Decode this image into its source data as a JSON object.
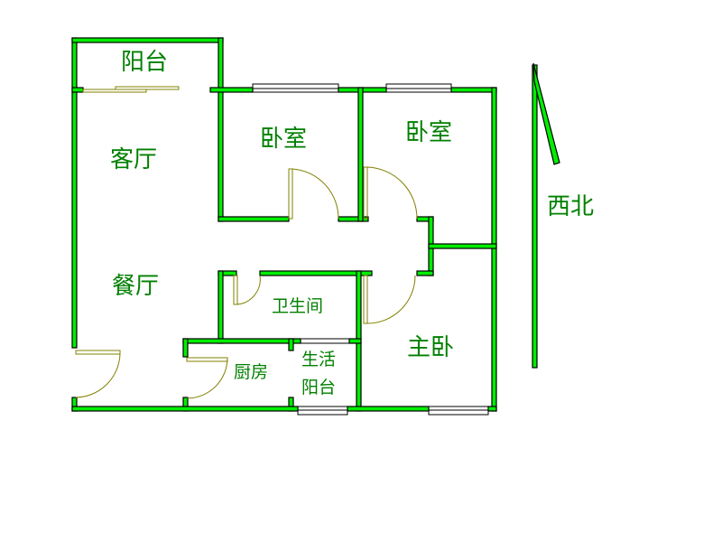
{
  "rooms": {
    "balcony": "阳台",
    "living_room": "客厅",
    "dining_room": "餐厅",
    "bedroom_1": "卧室",
    "bedroom_2": "卧室",
    "bathroom": "卫生间",
    "kitchen": "厨房",
    "utility_balcony_line1": "生活",
    "utility_balcony_line2": "阳台",
    "master_bedroom": "主卧"
  },
  "compass": {
    "label": "西北"
  },
  "colors": {
    "wall": "#00ee00",
    "door": "#808000",
    "text": "#008000"
  }
}
